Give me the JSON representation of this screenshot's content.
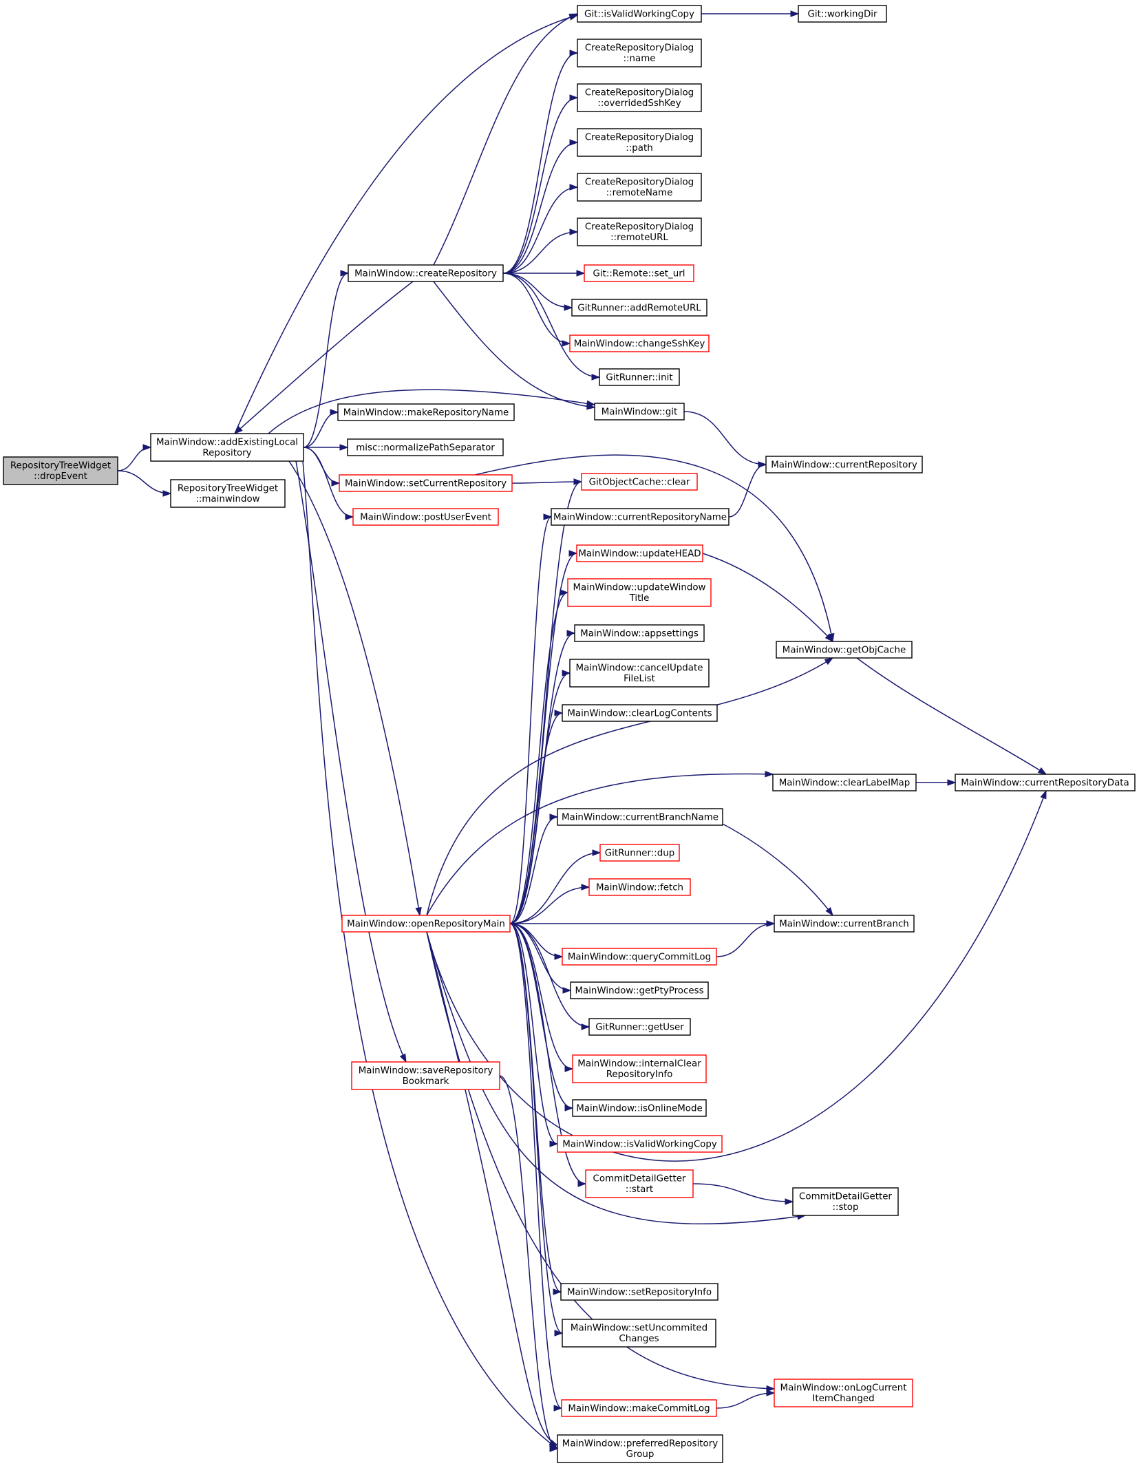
{
  "colors": {
    "edge": "#191970",
    "node_border_plain": "#000000",
    "node_border_truncated": "#ff0000",
    "root_fill": "#bfbfbf",
    "node_fill": "#ffffff",
    "background": "#ffffff"
  },
  "nodes": [
    {
      "id": "dropEvent",
      "lines": [
        "RepositoryTreeWidget",
        "::dropEvent"
      ],
      "style": "root"
    },
    {
      "id": "mainwindow",
      "lines": [
        "RepositoryTreeWidget",
        "::mainwindow"
      ],
      "style": "plain"
    },
    {
      "id": "addExisting",
      "lines": [
        "MainWindow::addExistingLocal",
        "Repository"
      ],
      "style": "plain"
    },
    {
      "id": "createRepository",
      "lines": [
        "MainWindow::createRepository"
      ],
      "style": "plain"
    },
    {
      "id": "makeRepositoryName",
      "lines": [
        "MainWindow::makeRepositoryName"
      ],
      "style": "plain"
    },
    {
      "id": "normalizePathSeparator",
      "lines": [
        "misc::normalizePathSeparator"
      ],
      "style": "plain"
    },
    {
      "id": "setCurrentRepository",
      "lines": [
        "MainWindow::setCurrentRepository"
      ],
      "style": "truncated"
    },
    {
      "id": "postUserEvent",
      "lines": [
        "MainWindow::postUserEvent"
      ],
      "style": "truncated"
    },
    {
      "id": "openRepositoryMain",
      "lines": [
        "MainWindow::openRepositoryMain"
      ],
      "style": "truncated"
    },
    {
      "id": "saveRepositoryBookmark",
      "lines": [
        "MainWindow::saveRepository",
        "Bookmark"
      ],
      "style": "truncated"
    },
    {
      "id": "gitIsValidWorkingCopy",
      "lines": [
        "Git::isValidWorkingCopy"
      ],
      "style": "plain"
    },
    {
      "id": "gitWorkingDir",
      "lines": [
        "Git::workingDir"
      ],
      "style": "plain"
    },
    {
      "id": "crdName",
      "lines": [
        "CreateRepositoryDialog",
        "::name"
      ],
      "style": "plain"
    },
    {
      "id": "crdOverrided",
      "lines": [
        "CreateRepositoryDialog",
        "::overridedSshKey"
      ],
      "style": "plain"
    },
    {
      "id": "crdPath",
      "lines": [
        "CreateRepositoryDialog",
        "::path"
      ],
      "style": "plain"
    },
    {
      "id": "crdRemoteName",
      "lines": [
        "CreateRepositoryDialog",
        "::remoteName"
      ],
      "style": "plain"
    },
    {
      "id": "crdRemoteURL",
      "lines": [
        "CreateRepositoryDialog",
        "::remoteURL"
      ],
      "style": "plain"
    },
    {
      "id": "setUrl",
      "lines": [
        "Git::Remote::set_url"
      ],
      "style": "truncated"
    },
    {
      "id": "addRemoteURL",
      "lines": [
        "GitRunner::addRemoteURL"
      ],
      "style": "plain"
    },
    {
      "id": "changeSshKey",
      "lines": [
        "MainWindow::changeSshKey"
      ],
      "style": "truncated"
    },
    {
      "id": "gitRunnerInit",
      "lines": [
        "GitRunner::init"
      ],
      "style": "plain"
    },
    {
      "id": "mwGit",
      "lines": [
        "MainWindow::git"
      ],
      "style": "plain"
    },
    {
      "id": "currentRepository",
      "lines": [
        "MainWindow::currentRepository"
      ],
      "style": "plain"
    },
    {
      "id": "gitObjectCacheClear",
      "lines": [
        "GitObjectCache::clear"
      ],
      "style": "truncated"
    },
    {
      "id": "currentRepositoryName",
      "lines": [
        "MainWindow::currentRepositoryName"
      ],
      "style": "plain"
    },
    {
      "id": "updateHEAD",
      "lines": [
        "MainWindow::updateHEAD"
      ],
      "style": "truncated"
    },
    {
      "id": "updateWindowTitle",
      "lines": [
        "MainWindow::updateWindow",
        "Title"
      ],
      "style": "truncated"
    },
    {
      "id": "appsettings",
      "lines": [
        "MainWindow::appsettings"
      ],
      "style": "plain"
    },
    {
      "id": "cancelUpdateFileList",
      "lines": [
        "MainWindow::cancelUpdate",
        "FileList"
      ],
      "style": "plain"
    },
    {
      "id": "clearLogContents",
      "lines": [
        "MainWindow::clearLogContents"
      ],
      "style": "plain"
    },
    {
      "id": "getObjCache",
      "lines": [
        "MainWindow::getObjCache"
      ],
      "style": "plain"
    },
    {
      "id": "clearLabelMap",
      "lines": [
        "MainWindow::clearLabelMap"
      ],
      "style": "plain"
    },
    {
      "id": "currentRepositoryData",
      "lines": [
        "MainWindow::currentRepositoryData"
      ],
      "style": "plain"
    },
    {
      "id": "currentBranchName",
      "lines": [
        "MainWindow::currentBranchName"
      ],
      "style": "plain"
    },
    {
      "id": "dup",
      "lines": [
        "GitRunner::dup"
      ],
      "style": "truncated"
    },
    {
      "id": "fetch",
      "lines": [
        "MainWindow::fetch"
      ],
      "style": "truncated"
    },
    {
      "id": "currentBranch",
      "lines": [
        "MainWindow::currentBranch"
      ],
      "style": "plain"
    },
    {
      "id": "queryCommitLog",
      "lines": [
        "MainWindow::queryCommitLog"
      ],
      "style": "truncated"
    },
    {
      "id": "getPtyProcess",
      "lines": [
        "MainWindow::getPtyProcess"
      ],
      "style": "plain"
    },
    {
      "id": "getUser",
      "lines": [
        "GitRunner::getUser"
      ],
      "style": "plain"
    },
    {
      "id": "internalClear",
      "lines": [
        "MainWindow::internalClear",
        "RepositoryInfo"
      ],
      "style": "truncated"
    },
    {
      "id": "isOnlineMode",
      "lines": [
        "MainWindow::isOnlineMode"
      ],
      "style": "plain"
    },
    {
      "id": "mwIsValidWorkingCopy",
      "lines": [
        "MainWindow::isValidWorkingCopy"
      ],
      "style": "truncated"
    },
    {
      "id": "cdgStart",
      "lines": [
        "CommitDetailGetter",
        "::start"
      ],
      "style": "truncated"
    },
    {
      "id": "cdgStop",
      "lines": [
        "CommitDetailGetter",
        "::stop"
      ],
      "style": "plain"
    },
    {
      "id": "setRepositoryInfo",
      "lines": [
        "MainWindow::setRepositoryInfo"
      ],
      "style": "plain"
    },
    {
      "id": "setUncommitedChanges",
      "lines": [
        "MainWindow::setUncommited",
        "Changes"
      ],
      "style": "plain"
    },
    {
      "id": "onLogCurrentItemChanged",
      "lines": [
        "MainWindow::onLogCurrent",
        "ItemChanged"
      ],
      "style": "truncated"
    },
    {
      "id": "makeCommitLog",
      "lines": [
        "MainWindow::makeCommitLog"
      ],
      "style": "truncated"
    },
    {
      "id": "preferredRepositoryGroup",
      "lines": [
        "MainWindow::preferredRepository",
        "Group"
      ],
      "style": "plain"
    }
  ],
  "edges": [
    [
      "dropEvent",
      "addExisting"
    ],
    [
      "dropEvent",
      "mainwindow"
    ],
    [
      "addExisting",
      "gitIsValidWorkingCopy"
    ],
    [
      "addExisting",
      "createRepository"
    ],
    [
      "addExisting",
      "mwGit"
    ],
    [
      "addExisting",
      "makeRepositoryName"
    ],
    [
      "addExisting",
      "normalizePathSeparator"
    ],
    [
      "addExisting",
      "setCurrentRepository"
    ],
    [
      "addExisting",
      "postUserEvent"
    ],
    [
      "addExisting",
      "openRepositoryMain"
    ],
    [
      "addExisting",
      "saveRepositoryBookmark"
    ],
    [
      "addExisting",
      "preferredRepositoryGroup"
    ],
    [
      "createRepository",
      "addExisting"
    ],
    [
      "createRepository",
      "gitIsValidWorkingCopy"
    ],
    [
      "createRepository",
      "crdName"
    ],
    [
      "createRepository",
      "crdOverrided"
    ],
    [
      "createRepository",
      "crdPath"
    ],
    [
      "createRepository",
      "crdRemoteName"
    ],
    [
      "createRepository",
      "crdRemoteURL"
    ],
    [
      "createRepository",
      "setUrl"
    ],
    [
      "createRepository",
      "addRemoteURL"
    ],
    [
      "createRepository",
      "changeSshKey"
    ],
    [
      "createRepository",
      "gitRunnerInit"
    ],
    [
      "createRepository",
      "mwGit"
    ],
    [
      "gitIsValidWorkingCopy",
      "gitWorkingDir"
    ],
    [
      "mwGit",
      "currentRepository"
    ],
    [
      "setCurrentRepository",
      "gitObjectCacheClear"
    ],
    [
      "setCurrentRepository",
      "getObjCache"
    ],
    [
      "currentRepositoryName",
      "currentRepository"
    ],
    [
      "updateHEAD",
      "getObjCache"
    ],
    [
      "getObjCache",
      "currentRepositoryData"
    ],
    [
      "clearLabelMap",
      "currentRepositoryData"
    ],
    [
      "currentBranchName",
      "currentBranch"
    ],
    [
      "queryCommitLog",
      "currentBranch"
    ],
    [
      "cdgStart",
      "cdgStop"
    ],
    [
      "makeCommitLog",
      "onLogCurrentItemChanged"
    ],
    [
      "saveRepositoryBookmark",
      "preferredRepositoryGroup"
    ],
    [
      "openRepositoryMain",
      "gitObjectCacheClear"
    ],
    [
      "openRepositoryMain",
      "currentRepositoryName"
    ],
    [
      "openRepositoryMain",
      "updateHEAD"
    ],
    [
      "openRepositoryMain",
      "updateWindowTitle"
    ],
    [
      "openRepositoryMain",
      "appsettings"
    ],
    [
      "openRepositoryMain",
      "cancelUpdateFileList"
    ],
    [
      "openRepositoryMain",
      "clearLogContents"
    ],
    [
      "openRepositoryMain",
      "getObjCache"
    ],
    [
      "openRepositoryMain",
      "clearLabelMap"
    ],
    [
      "openRepositoryMain",
      "currentBranchName"
    ],
    [
      "openRepositoryMain",
      "dup"
    ],
    [
      "openRepositoryMain",
      "fetch"
    ],
    [
      "openRepositoryMain",
      "currentBranch"
    ],
    [
      "openRepositoryMain",
      "queryCommitLog"
    ],
    [
      "openRepositoryMain",
      "getPtyProcess"
    ],
    [
      "openRepositoryMain",
      "getUser"
    ],
    [
      "openRepositoryMain",
      "internalClear"
    ],
    [
      "openRepositoryMain",
      "isOnlineMode"
    ],
    [
      "openRepositoryMain",
      "mwIsValidWorkingCopy"
    ],
    [
      "openRepositoryMain",
      "cdgStart"
    ],
    [
      "openRepositoryMain",
      "cdgStop"
    ],
    [
      "openRepositoryMain",
      "currentRepositoryData"
    ],
    [
      "openRepositoryMain",
      "setRepositoryInfo"
    ],
    [
      "openRepositoryMain",
      "setUncommitedChanges"
    ],
    [
      "openRepositoryMain",
      "onLogCurrentItemChanged"
    ],
    [
      "openRepositoryMain",
      "makeCommitLog"
    ],
    [
      "openRepositoryMain",
      "preferredRepositoryGroup"
    ]
  ]
}
